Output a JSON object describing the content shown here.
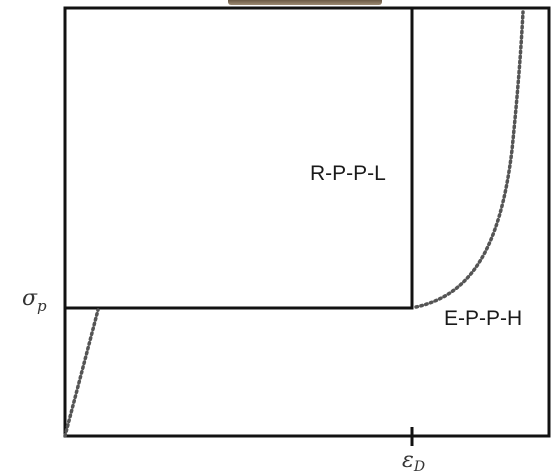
{
  "diagram": {
    "rppl_label": "R-P-P-L",
    "epph_label": "E-P-P-H",
    "sigma_symbol": "σ",
    "sigma_subscript": "p",
    "epsilon_symbol": "ε",
    "epsilon_subscript": "D"
  },
  "colors": {
    "line": "#111111",
    "dotted": "#555555"
  }
}
